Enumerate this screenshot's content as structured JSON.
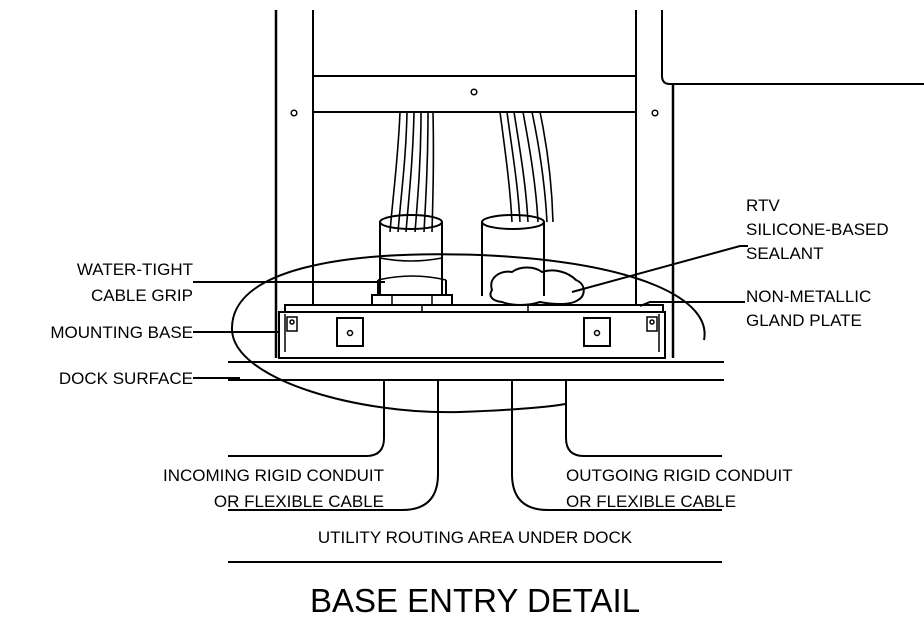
{
  "title": "BASE ENTRY DETAIL",
  "labels": {
    "rtv_line1": "RTV",
    "rtv_line2": "SILICONE-BASED",
    "rtv_line3": "SEALANT",
    "grip_line1": "WATER-TIGHT",
    "grip_line2": "CABLE GRIP",
    "gland_line1": "NON-METALLIC",
    "gland_line2": "GLAND PLATE",
    "mounting_base": "MOUNTING BASE",
    "dock_surface": "DOCK SURFACE",
    "incoming_line1": "INCOMING RIGID CONDUIT",
    "incoming_line2": "OR FLEXIBLE CABLE",
    "outgoing_line1": "OUTGOING RIGID CONDUIT",
    "outgoing_line2": "OR FLEXIBLE CABLE",
    "utility_area": "UTILITY ROUTING AREA UNDER DOCK"
  }
}
